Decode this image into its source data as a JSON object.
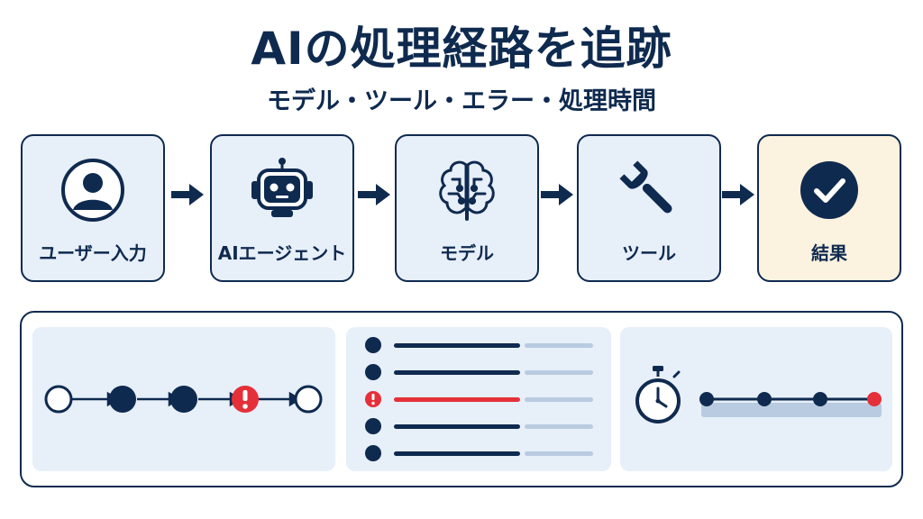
{
  "header": {
    "title": "AIの処理経路を追跡",
    "subtitle": "モデル・ツール・エラー・処理時間"
  },
  "flow": {
    "steps": [
      {
        "label": "ユーザー入力",
        "icon": "user-icon"
      },
      {
        "label": "AIエージェント",
        "icon": "robot-icon"
      },
      {
        "label": "モデル",
        "icon": "brain-icon"
      },
      {
        "label": "ツール",
        "icon": "wrench-icon"
      },
      {
        "label": "結果",
        "icon": "check-icon"
      }
    ]
  },
  "colors": {
    "navy": "#0f2a4f",
    "light_blue": "#e7eff9",
    "result_bg": "#fbf2df",
    "error_red": "#e5303a",
    "pale_line": "#b9cbe0"
  },
  "trace_panel": {
    "path_nodes": [
      "start",
      "ok",
      "ok",
      "error",
      "end"
    ],
    "log_rows": [
      "ok",
      "ok",
      "error",
      "ok",
      "ok"
    ],
    "timeline_icon": "stopwatch-icon",
    "timeline_points": [
      "ok",
      "ok",
      "ok",
      "error"
    ]
  }
}
